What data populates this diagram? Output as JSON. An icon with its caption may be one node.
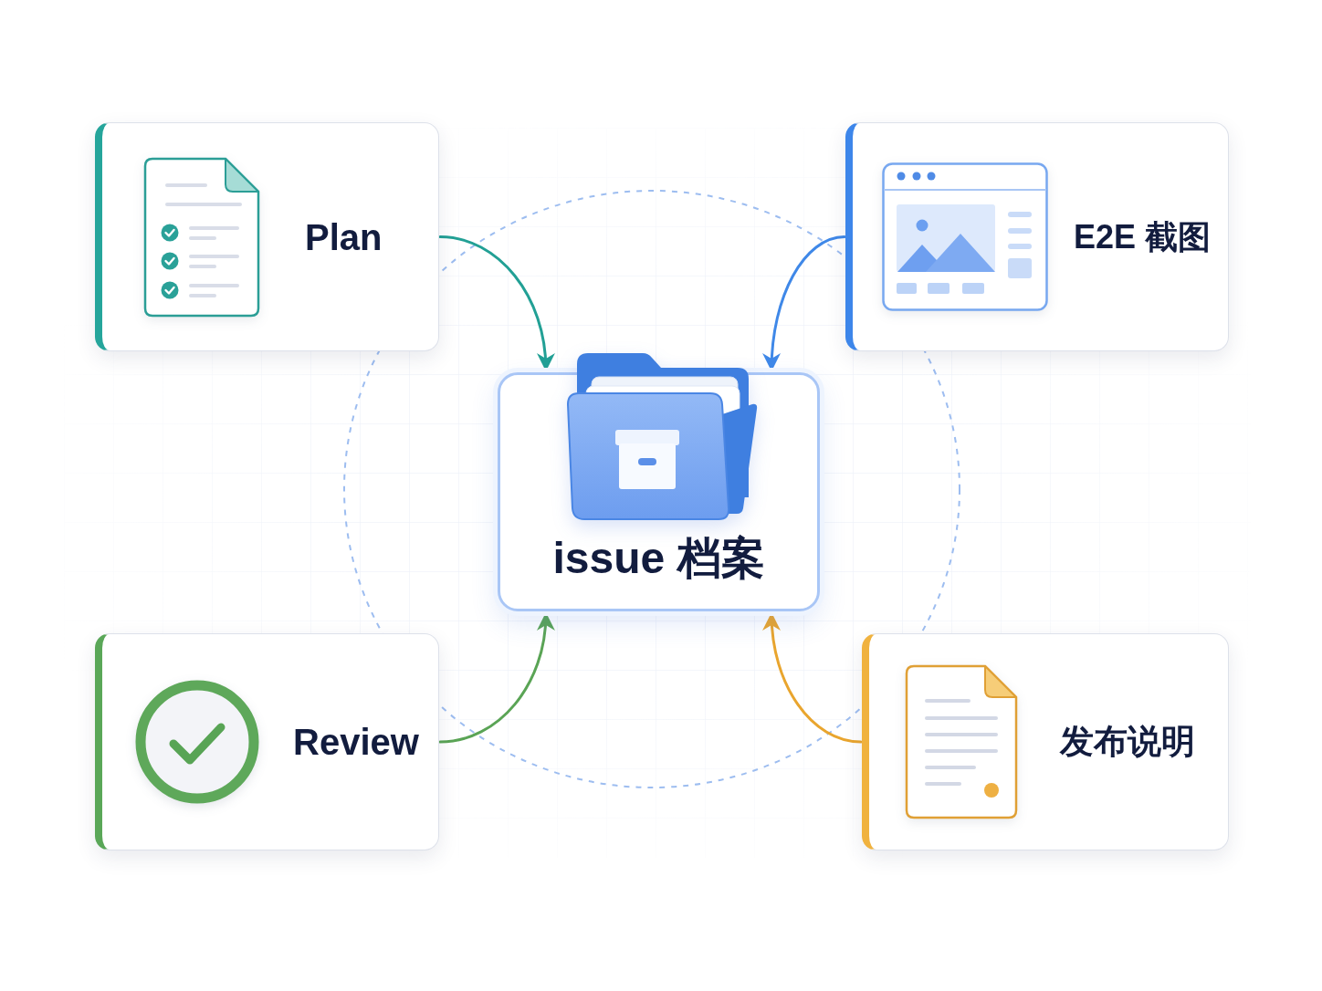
{
  "diagram": {
    "nodes": [
      {
        "text": [
          "Plan"
        ]
      },
      {
        "text": [
          "E2E 截图"
        ]
      },
      {
        "text": [
          "issue 档案"
        ]
      },
      {
        "text": [
          "Review"
        ]
      },
      {
        "text": [
          "发布说明"
        ]
      }
    ],
    "edges": [
      {
        "from": 0,
        "to": 2,
        "arrow": "to",
        "color": "#22a095"
      },
      {
        "from": 1,
        "to": 2,
        "arrow": "to",
        "color": "#3f88e8"
      },
      {
        "from": 3,
        "to": 2,
        "arrow": "to",
        "color": "#5aa455"
      },
      {
        "from": 4,
        "to": 2,
        "arrow": "to",
        "color": "#e9a52e"
      }
    ]
  }
}
